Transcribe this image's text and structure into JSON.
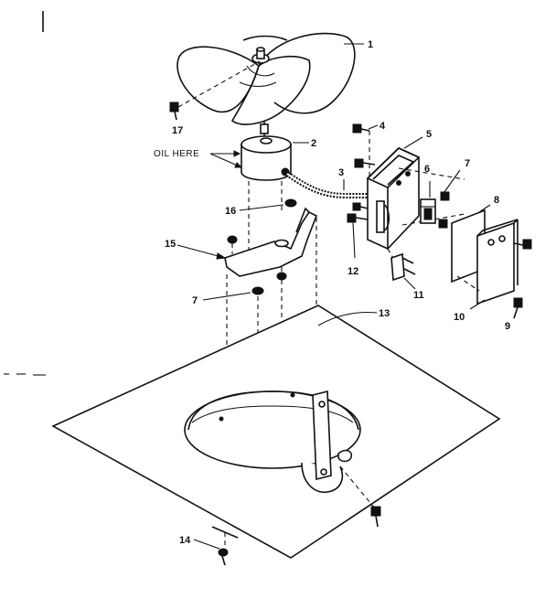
{
  "callouts": [
    {
      "id": "c1",
      "text": "1"
    },
    {
      "id": "c2",
      "text": "2"
    },
    {
      "id": "c3",
      "text": "3"
    },
    {
      "id": "c4",
      "text": "4"
    },
    {
      "id": "c5",
      "text": "5"
    },
    {
      "id": "c6",
      "text": "6"
    },
    {
      "id": "c7a",
      "text": "7"
    },
    {
      "id": "c7b",
      "text": "7"
    },
    {
      "id": "c8",
      "text": "8"
    },
    {
      "id": "c9",
      "text": "9"
    },
    {
      "id": "c10",
      "text": "10"
    },
    {
      "id": "c11",
      "text": "11"
    },
    {
      "id": "c12",
      "text": "12"
    },
    {
      "id": "c13",
      "text": "13"
    },
    {
      "id": "c14",
      "text": "14"
    },
    {
      "id": "c15",
      "text": "15"
    },
    {
      "id": "c16",
      "text": "16"
    },
    {
      "id": "c17",
      "text": "17"
    }
  ],
  "oil_label": "OIL HERE"
}
